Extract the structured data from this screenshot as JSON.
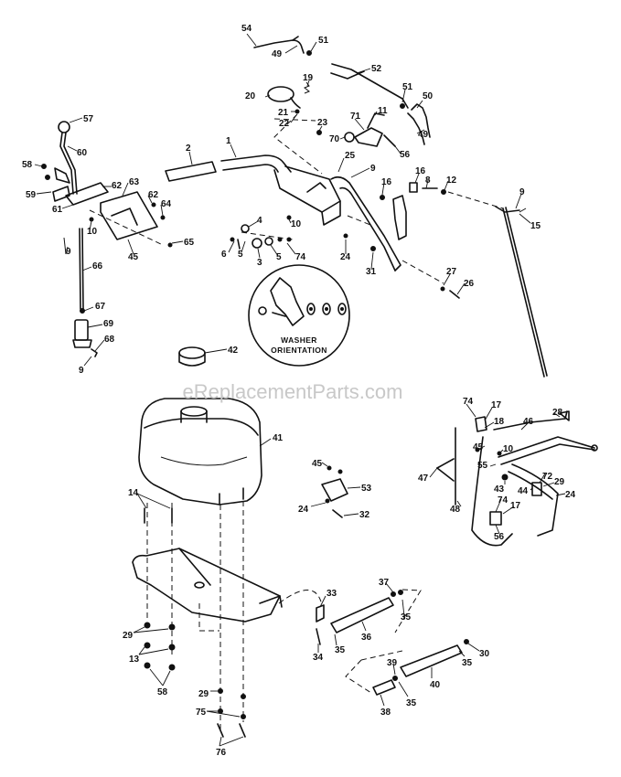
{
  "watermark": "eReplacementParts.com",
  "detail_note": {
    "line1": "WASHER",
    "line2": "ORIENTATION"
  },
  "callouts": [
    {
      "id": "c54",
      "label": "54"
    },
    {
      "id": "c49a",
      "label": "49"
    },
    {
      "id": "c51a",
      "label": "51"
    },
    {
      "id": "c52",
      "label": "52"
    },
    {
      "id": "c19",
      "label": "19"
    },
    {
      "id": "c20",
      "label": "20"
    },
    {
      "id": "c21",
      "label": "21"
    },
    {
      "id": "c22",
      "label": "22"
    },
    {
      "id": "c51b",
      "label": "51"
    },
    {
      "id": "c50",
      "label": "50"
    },
    {
      "id": "c49b",
      "label": "49"
    },
    {
      "id": "c71",
      "label": "71"
    },
    {
      "id": "c11",
      "label": "11"
    },
    {
      "id": "c23",
      "label": "23"
    },
    {
      "id": "c70",
      "label": "70"
    },
    {
      "id": "c56a",
      "label": "56"
    },
    {
      "id": "c25",
      "label": "25"
    },
    {
      "id": "c9a",
      "label": "9"
    },
    {
      "id": "c57",
      "label": "57"
    },
    {
      "id": "c60",
      "label": "60"
    },
    {
      "id": "c2",
      "label": "2"
    },
    {
      "id": "c1",
      "label": "1"
    },
    {
      "id": "c58a",
      "label": "58"
    },
    {
      "id": "c59",
      "label": "59"
    },
    {
      "id": "c62a",
      "label": "62"
    },
    {
      "id": "c63",
      "label": "63"
    },
    {
      "id": "c62b",
      "label": "62"
    },
    {
      "id": "c64",
      "label": "64"
    },
    {
      "id": "c61",
      "label": "61"
    },
    {
      "id": "c10a",
      "label": "10"
    },
    {
      "id": "c65",
      "label": "65"
    },
    {
      "id": "c45a",
      "label": "45"
    },
    {
      "id": "c9b",
      "label": "9"
    },
    {
      "id": "c66",
      "label": "66"
    },
    {
      "id": "c67",
      "label": "67"
    },
    {
      "id": "c69",
      "label": "69"
    },
    {
      "id": "c68",
      "label": "68"
    },
    {
      "id": "c9c",
      "label": "9"
    },
    {
      "id": "c16a",
      "label": "16"
    },
    {
      "id": "c16b",
      "label": "16"
    },
    {
      "id": "c8",
      "label": "8"
    },
    {
      "id": "c12",
      "label": "12"
    },
    {
      "id": "c9d",
      "label": "9"
    },
    {
      "id": "c15",
      "label": "15"
    },
    {
      "id": "c10b",
      "label": "10"
    },
    {
      "id": "c4",
      "label": "4"
    },
    {
      "id": "c6",
      "label": "6"
    },
    {
      "id": "c5a",
      "label": "5"
    },
    {
      "id": "c3",
      "label": "3"
    },
    {
      "id": "c5b",
      "label": "5"
    },
    {
      "id": "c74a",
      "label": "74"
    },
    {
      "id": "c24a",
      "label": "24"
    },
    {
      "id": "c31",
      "label": "31"
    },
    {
      "id": "c27",
      "label": "27"
    },
    {
      "id": "c26",
      "label": "26"
    },
    {
      "id": "c42",
      "label": "42"
    },
    {
      "id": "c41",
      "label": "41"
    },
    {
      "id": "c74b",
      "label": "74"
    },
    {
      "id": "c17a",
      "label": "17"
    },
    {
      "id": "c18",
      "label": "18"
    },
    {
      "id": "c28",
      "label": "28"
    },
    {
      "id": "c46",
      "label": "46"
    },
    {
      "id": "c45b",
      "label": "45"
    },
    {
      "id": "c10c",
      "label": "10"
    },
    {
      "id": "c55",
      "label": "55"
    },
    {
      "id": "c47",
      "label": "47"
    },
    {
      "id": "c43",
      "label": "43"
    },
    {
      "id": "c44",
      "label": "44"
    },
    {
      "id": "c72",
      "label": "72"
    },
    {
      "id": "c29a",
      "label": "29"
    },
    {
      "id": "c24b",
      "label": "24"
    },
    {
      "id": "c74c",
      "label": "74"
    },
    {
      "id": "c17b",
      "label": "17"
    },
    {
      "id": "c56b",
      "label": "56"
    },
    {
      "id": "c48",
      "label": "48"
    },
    {
      "id": "c45c",
      "label": "45"
    },
    {
      "id": "c53",
      "label": "53"
    },
    {
      "id": "c24c",
      "label": "24"
    },
    {
      "id": "c32",
      "label": "32"
    },
    {
      "id": "c14",
      "label": "14"
    },
    {
      "id": "c33",
      "label": "33"
    },
    {
      "id": "c37",
      "label": "37"
    },
    {
      "id": "c35a",
      "label": "35"
    },
    {
      "id": "c36",
      "label": "36"
    },
    {
      "id": "c34",
      "label": "34"
    },
    {
      "id": "c35b",
      "label": "35"
    },
    {
      "id": "c29b",
      "label": "29"
    },
    {
      "id": "c13",
      "label": "13"
    },
    {
      "id": "c58b",
      "label": "58"
    },
    {
      "id": "c29c",
      "label": "29"
    },
    {
      "id": "c75",
      "label": "75"
    },
    {
      "id": "c76",
      "label": "76"
    },
    {
      "id": "c39",
      "label": "39"
    },
    {
      "id": "c35c",
      "label": "35"
    },
    {
      "id": "c30",
      "label": "30"
    },
    {
      "id": "c35d",
      "label": "35"
    },
    {
      "id": "c40",
      "label": "40"
    },
    {
      "id": "c38",
      "label": "38"
    }
  ]
}
